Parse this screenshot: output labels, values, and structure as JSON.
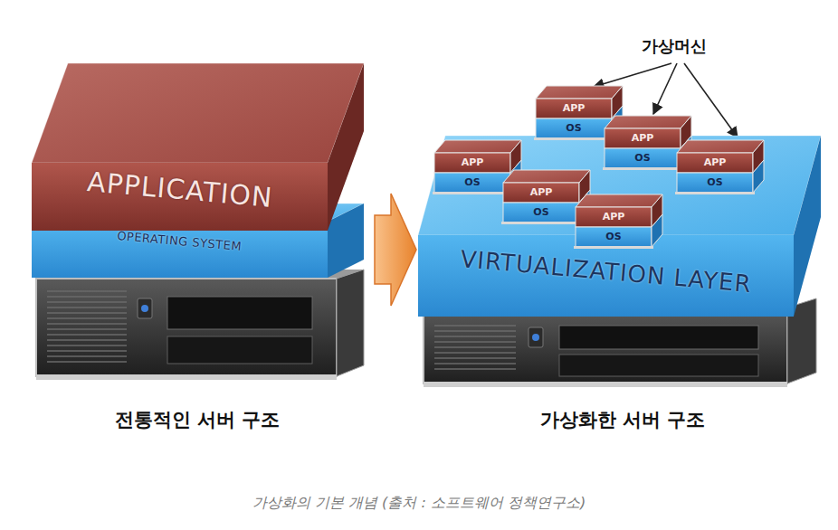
{
  "diagram": {
    "caption": "가상화의 기본 개념 (출처 : 소프트웨어 정책연구소)",
    "nodes": [
      {
        "text": [
          "APPLICATION"
        ]
      },
      {
        "text": [
          "OPERATING SYSTEM"
        ]
      },
      {
        "text": [
          "VIRTUALIZATION LAYER"
        ]
      },
      {
        "text": [
          "APP",
          "OS"
        ],
        "in": 2
      },
      {
        "text": [
          "APP",
          "OS"
        ],
        "in": 2
      },
      {
        "text": [
          "APP",
          "OS"
        ],
        "in": 2
      },
      {
        "text": [
          "APP",
          "OS"
        ],
        "in": 2
      },
      {
        "text": [
          "APP",
          "OS"
        ],
        "in": 2
      },
      {
        "text": [
          "APP",
          "OS"
        ],
        "in": 2
      }
    ],
    "labels": [
      "가상머신",
      "전통적인 서버 구조",
      "가상화한 서버 구조"
    ]
  }
}
